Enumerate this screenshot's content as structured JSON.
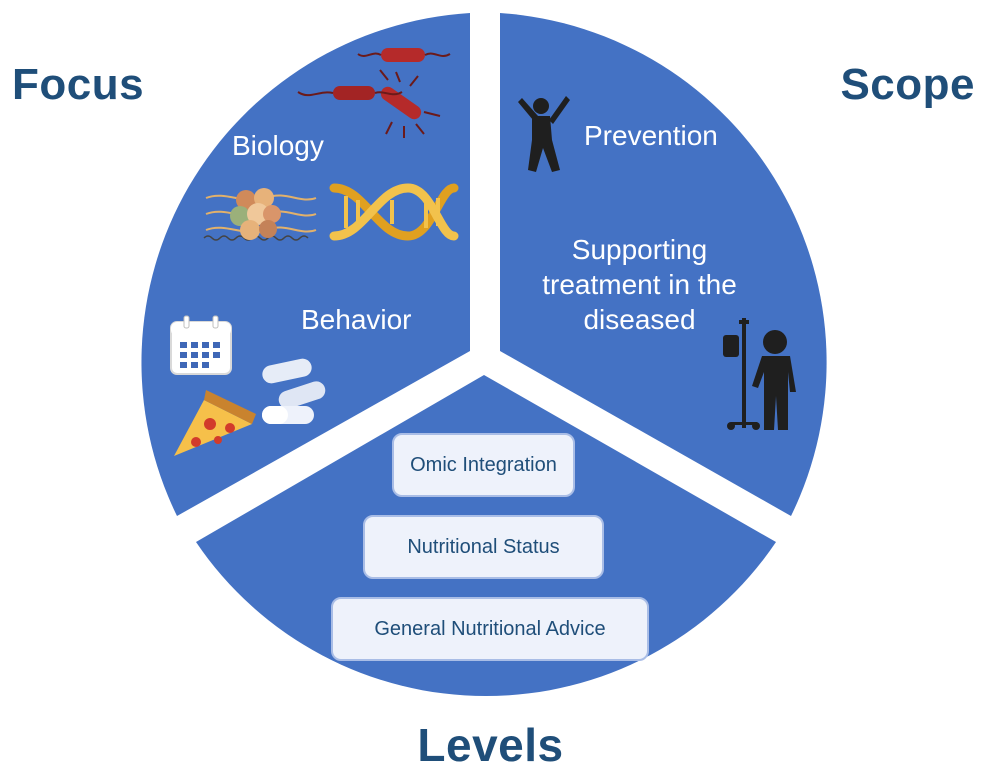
{
  "diagram": {
    "corner_titles": {
      "focus": "Focus",
      "scope": "Scope",
      "levels": "Levels"
    },
    "colors": {
      "segment_fill": "#4472c4",
      "title_color": "#1f4e79",
      "box_fill": "#eef2fb",
      "box_border": "#a9bde6",
      "box_text": "#1f4e79"
    },
    "segments": {
      "focus": {
        "items": [
          "Biology",
          "Behavior"
        ],
        "icons": [
          "bacteria-icon",
          "protein-complex-icon",
          "dna-helix-icon",
          "calendar-icon",
          "pills-icon",
          "pizza-icon"
        ]
      },
      "scope": {
        "items": [
          "Prevention",
          "Supporting treatment in the diseased"
        ],
        "icons": [
          "active-person-icon",
          "patient-iv-icon"
        ]
      },
      "levels": {
        "boxes": [
          "Omic Integration",
          "Nutritional Status",
          "General Nutritional Advice"
        ]
      }
    }
  }
}
